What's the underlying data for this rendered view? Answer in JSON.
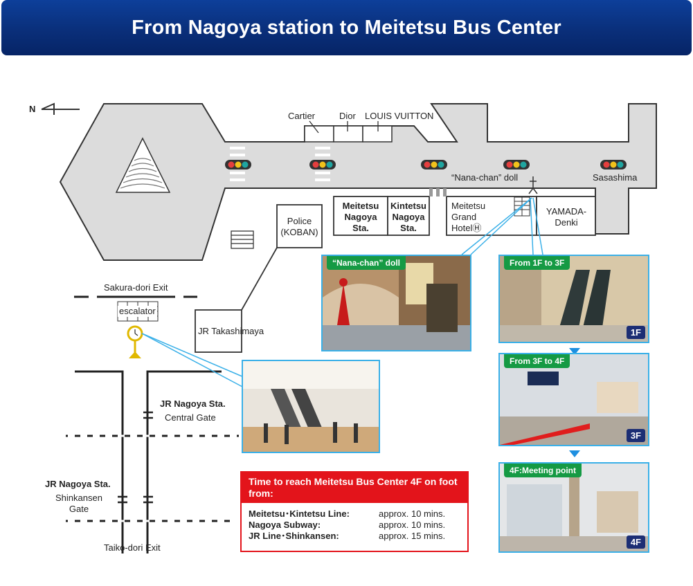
{
  "header": {
    "title": "From Nagoya station to Meitetsu Bus Center"
  },
  "map": {
    "north": "N",
    "shops": [
      "Cartier",
      "Dior",
      "LOUIS VUITTON"
    ],
    "nana_chan_label": "“Nana-chan” doll",
    "sasashima": "Sasashima",
    "meitetsu_sta": "Meitetsu Nagoya Sta.",
    "kintetsu_sta": "Kintetsu Nagoya Sta.",
    "meitetsu_hotel": "Meitetsu Grand Hotel",
    "hotel_mark": "Ⓗ",
    "yamada": "YAMADA- Denki",
    "police": "Police (KOBAN)",
    "sakura_exit": "Sakura-dori Exit",
    "escalator": "escalator",
    "takashimaya": "JR Takashimaya",
    "jr_central": "JR Nagoya Sta.",
    "central_gate": "Central Gate",
    "jr_shinkansen": "JR Nagoya Sta.",
    "shinkansen_gate": "Shinkansen Gate",
    "taiko_exit": "Taiko-dori Exit"
  },
  "photos": {
    "nana": {
      "tag": "“Nana-chan” doll"
    },
    "f1": {
      "tag": "From 1F to 3F",
      "floor": "1F"
    },
    "f3": {
      "tag": "From 3F to 4F",
      "floor": "3F"
    },
    "f4": {
      "tag": "4F:Meeting point",
      "floor": "4F"
    }
  },
  "time_box": {
    "title": "Time to reach Meitetsu Bus Center 4F on foot from:",
    "rows": [
      {
        "line": "Meitetsu･Kintetsu Line:",
        "time": "approx. 10 mins."
      },
      {
        "line": "Nagoya Subway:",
        "time": "approx. 10 mins."
      },
      {
        "line": "JR Line･Shinkansen:",
        "time": "approx. 15 mins."
      }
    ]
  },
  "colors": {
    "header": "#0a2f7a",
    "photo_border": "#3ab0e8",
    "tag_green": "#159a44",
    "time_red": "#e3141b",
    "street_gray": "#dcdcdc"
  }
}
